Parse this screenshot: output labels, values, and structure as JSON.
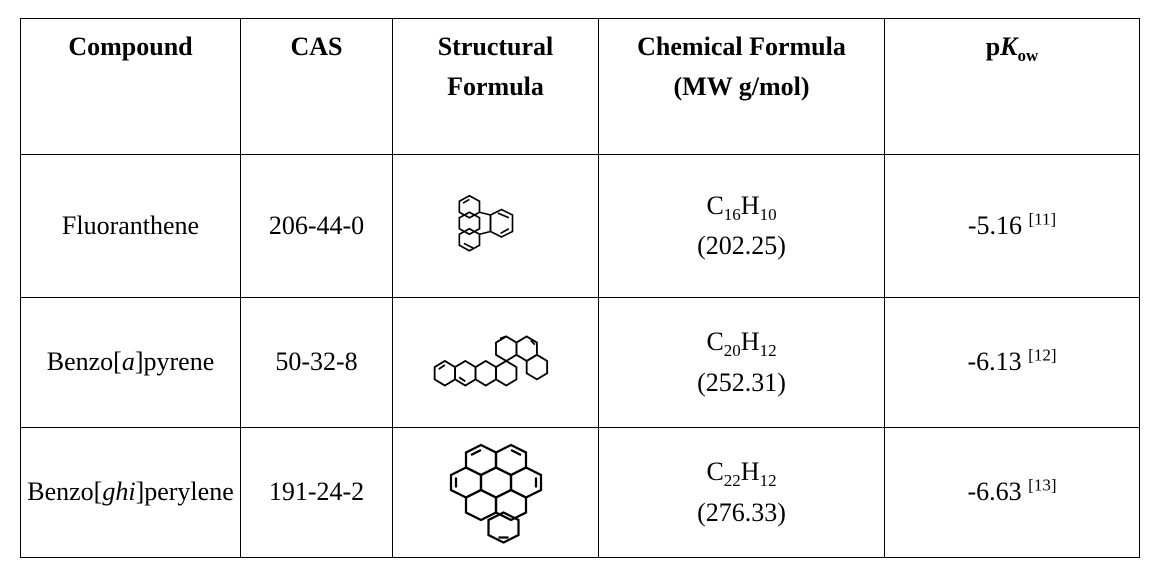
{
  "headers": {
    "compound": "Compound",
    "cas": "CAS",
    "structural_line1": "Structural",
    "structural_line2": "Formula",
    "chemical_line1": "Chemical Formula",
    "chemical_line2": "(MW g/mol)",
    "pk_prefix": "p",
    "pk_symbol": "K",
    "pk_subscript": "ow"
  },
  "rows": [
    {
      "name_pre": "Fluoranthene",
      "name_italic": "",
      "name_post": "",
      "cas": "206-44-0",
      "structure_icon": "fluoranthene-structure-icon",
      "formula_c": "C",
      "formula_c_sub": "16",
      "formula_h": "H",
      "formula_h_sub": "10",
      "mw": "(202.25)",
      "pk_value": "-5.16",
      "pk_ref": "[11]"
    },
    {
      "name_pre": "Benzo[",
      "name_italic": "a",
      "name_post": "]pyrene",
      "cas": "50-32-8",
      "structure_icon": "benzo-a-pyrene-structure-icon",
      "formula_c": "C",
      "formula_c_sub": "20",
      "formula_h": "H",
      "formula_h_sub": "12",
      "mw": "(252.31)",
      "pk_value": "-6.13",
      "pk_ref": "[12]"
    },
    {
      "name_pre": "Benzo[",
      "name_italic": "ghi",
      "name_post": "]perylene",
      "cas": "191-24-2",
      "structure_icon": "benzo-ghi-perylene-structure-icon",
      "formula_c": "C",
      "formula_c_sub": "22",
      "formula_h": "H",
      "formula_h_sub": "12",
      "mw": "(276.33)",
      "pk_value": "-6.63",
      "pk_ref": "[13]"
    }
  ]
}
